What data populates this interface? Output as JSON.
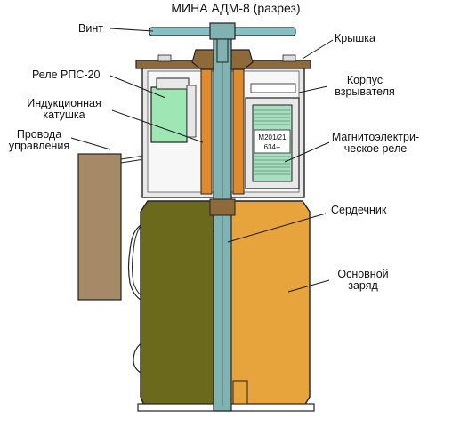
{
  "title": "МИНА  АДМ-8 (разрез)",
  "labels": {
    "vint": "Винт",
    "kryshka": "Крышка",
    "korpus_1": "Корпус",
    "korpus_2": "взрывателя",
    "rele_rps": "Реле РПС-20",
    "katushka_1": "Индукционная",
    "katushka_2": "катушка",
    "provoda_1": "Провода",
    "provoda_2": "управления",
    "magn_1": "Магнитоэлектри-",
    "magn_2": "ческое реле",
    "serdechnik": "Сердечник",
    "zaryad_1": "Основной",
    "zaryad_2": "заряд"
  },
  "relay_marking": {
    "line1": "М201/21",
    "line2": "634--"
  },
  "colors": {
    "background": "#ffffff",
    "shaft_blue": "#7fb2b0",
    "screw_bar": "#86c0c4",
    "cap_brown": "#8e6a3a",
    "fuse_body_gray": "#e8e8e8",
    "coil_orange": "#e08a2e",
    "relay_green": "#9ee6b4",
    "mag_relay_green": "#a8ddc0",
    "main_charge_orange": "#e8a43c",
    "olive_casing": "#6b6a1c",
    "box_brown": "#a68a68",
    "leader_line": "#1a1a1a"
  }
}
